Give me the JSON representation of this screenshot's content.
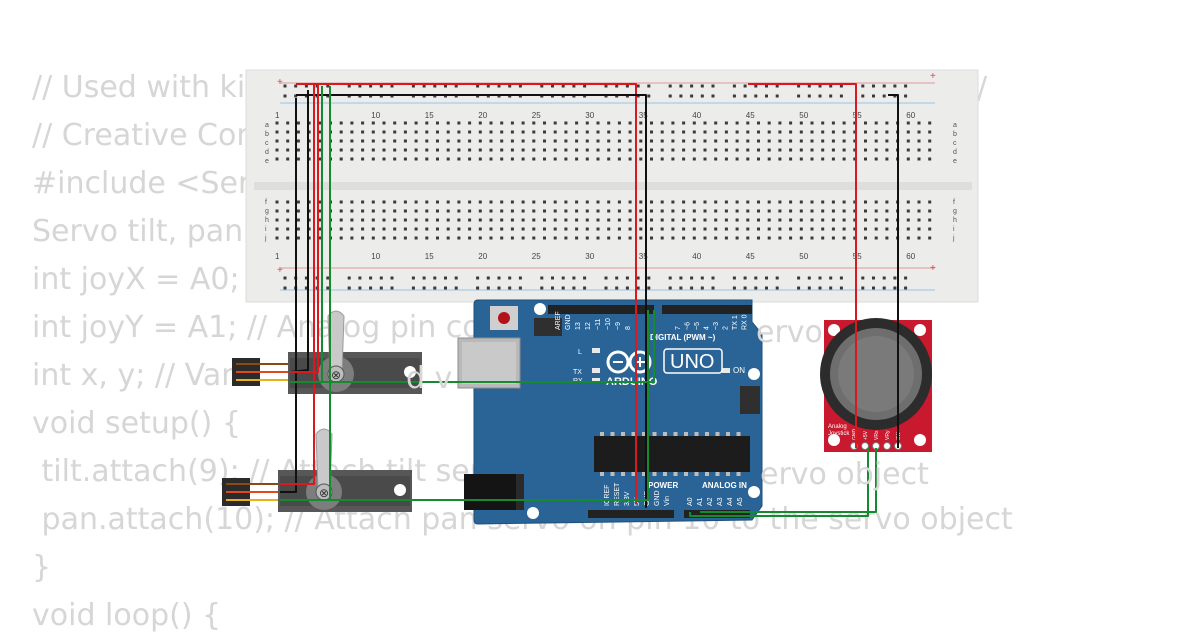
{
  "code_lines": [
    "// Used with ki",
    "// Creative Cor",
    "#include <Serv",
    "Servo tilt, pan;",
    "int joyX = A0; /",
    "int joyY = A1; // Analog pin co",
    "int x, y; // Var",
    "void setup() {",
    " tilt.attach(9); // Attach tilt ser",
    " pan.attach(10); // Attach pan servo on pin 10 to the servo object",
    "}",
    "void loop() {"
  ],
  "code_fragments": [
    "n/",
    "ervo",
    "ervo object",
    "d v"
  ],
  "breadboard": {
    "column_numbers": [
      "1",
      "10",
      "15",
      "20",
      "25",
      "30",
      "35",
      "40",
      "45",
      "50",
      "55",
      "60"
    ],
    "row_letters_top": [
      "a",
      "b",
      "c",
      "d",
      "e"
    ],
    "row_letters_bottom": [
      "f",
      "g",
      "h",
      "i",
      "j"
    ],
    "rail_plus": "+",
    "rail_minus": "-"
  },
  "arduino": {
    "model": "UNO",
    "brand": "ARDUINO",
    "digital_label": "DIGITAL (PWM ~)",
    "power_label": "POWER",
    "analog_label": "ANALOG IN",
    "on_label": "ON",
    "l_label": "L",
    "tx_label": "TX",
    "rx_label": "RX",
    "aref_label": "AREF",
    "gnd_label": "GND",
    "top_pins": [
      "13",
      "12",
      "~11",
      "~10",
      "~9",
      "8"
    ],
    "top_pins2": [
      "7",
      "~6",
      "~5",
      "4",
      "~3",
      "2",
      "TX 1",
      "RX 0"
    ],
    "power_pins": [
      "IOREF",
      "RESET",
      "3.3V",
      "5V",
      "GND",
      "GND",
      "Vin"
    ],
    "analog_pins": [
      "A0",
      "A1",
      "A2",
      "A3",
      "A4",
      "A5"
    ]
  },
  "joystick": {
    "label_line1": "Analog",
    "label_line2": "Joystick",
    "pins": [
      "GND",
      "+5V",
      "VRx",
      "VRy",
      "SW"
    ]
  },
  "colors": {
    "wire_red": "#d8191e",
    "wire_black": "#111111",
    "wire_green": "#168a2e",
    "arduino_blue": "#2a6496",
    "joystick_red": "#c8192e",
    "breadboard": "#ececeb",
    "code_text": "#d6d6d6"
  }
}
